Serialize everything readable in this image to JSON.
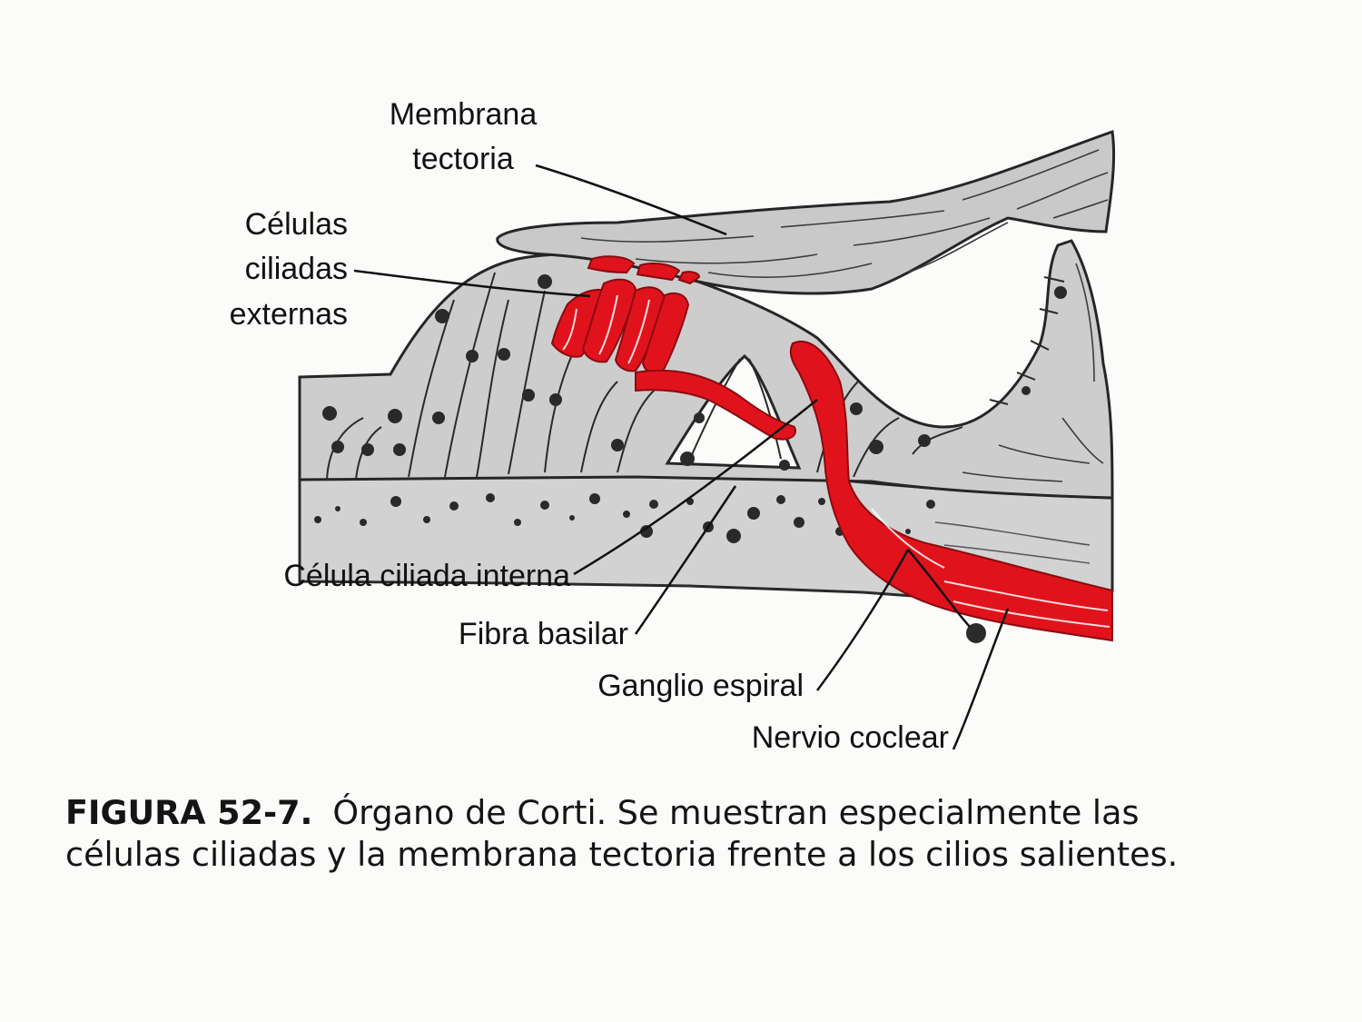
{
  "labels": {
    "tectorial_line1": "Membrana",
    "tectorial_line2": "tectoria",
    "outer_line1": "Células",
    "outer_line2": "ciliadas",
    "outer_line3": "externas",
    "inner_hair_cell": "Célula ciliada interna",
    "basilar_fiber": "Fibra basilar",
    "spiral_ganglion": "Ganglio espiral",
    "cochlear_nerve": "Nervio coclear"
  },
  "caption": {
    "figure_number": "FIGURA 52-7.",
    "text": "Órgano de Corti. Se muestran especialmente las células ciliadas y la membrana tectoria frente a los cilios salientes."
  },
  "colors": {
    "tissue": "#cfcfcf",
    "hair_cells": "#e0131c",
    "outline": "#262626",
    "background": "#fbfbf9"
  }
}
